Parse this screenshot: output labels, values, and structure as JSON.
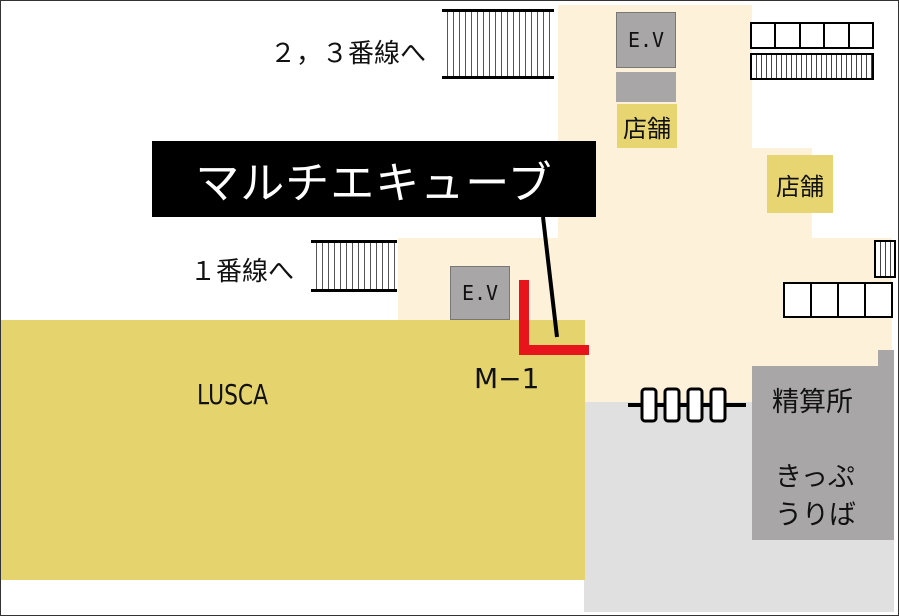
{
  "labels": {
    "to_platform_2_3": "２，３番線へ",
    "to_platform_1": "１番線へ",
    "lusca": "LUSCA",
    "location_code": "M−1",
    "callout": "マルチエキューブ",
    "elevator_upper": "E.V",
    "elevator_lower": "E.V",
    "shop_upper": "店舗",
    "shop_right": "店舗",
    "fare_adjustment": "精算所",
    "ticket_office_line1": "きっぷ",
    "ticket_office_line2": "うりば"
  },
  "icons": {
    "stairs": "stairs-icon",
    "ticket_gates": "ticket-gate-icon",
    "marker": "location-marker-icon"
  },
  "colors": {
    "concourse": "#fdf1da",
    "gate_area": "#e0e0e0",
    "lusca": "#e5d36e",
    "shop": "#e7d571",
    "service": "#a8a6a6",
    "callout_bg": "#000000",
    "marker": "#e8141b"
  }
}
